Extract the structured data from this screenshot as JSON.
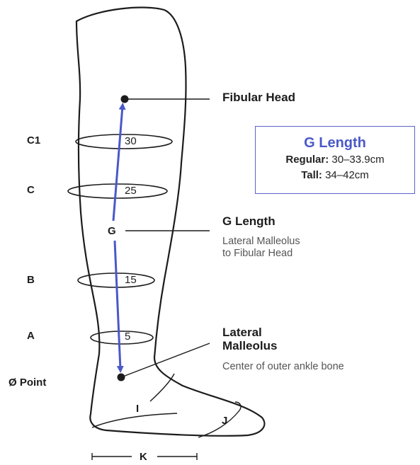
{
  "circumferences": [
    {
      "letter": "C1",
      "value": "30"
    },
    {
      "letter": "C",
      "value": "25"
    },
    {
      "letter": "B",
      "value": "15"
    },
    {
      "letter": "A",
      "value": "5"
    }
  ],
  "zero_point": "Ø Point",
  "g_marker": "G",
  "foot_labels": {
    "i": "I",
    "j": "J",
    "k": "K"
  },
  "fibular_head": {
    "title": "Fibular Head"
  },
  "g_length": {
    "title": "G Length",
    "description": [
      "Lateral Malleolus",
      "to Fibular Head"
    ]
  },
  "lateral_malleolus": {
    "title": [
      "Lateral",
      "Malleolus"
    ],
    "description": "Center of outer ankle bone"
  },
  "size_box": {
    "title": "G Length",
    "rows": [
      {
        "label": "Regular:",
        "value": "30–33.9cm"
      },
      {
        "label": "Tall:",
        "value": "34–42cm"
      }
    ]
  },
  "colors": {
    "accent": "#4a58c8",
    "outline": "#1c1c1c",
    "text_muted": "#555555"
  }
}
